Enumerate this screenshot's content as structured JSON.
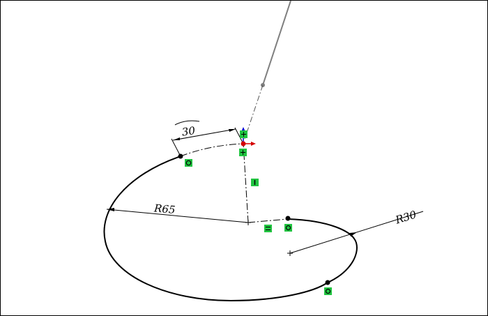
{
  "dimensions": {
    "angle": {
      "value": "30"
    },
    "large_radius": {
      "value": "R65"
    },
    "small_radius": {
      "value": "R30"
    }
  },
  "relations": {
    "tangent": {
      "glyph": "◌"
    },
    "vertical": {
      "glyph": "|"
    },
    "parallel": {
      "glyph": "‖"
    },
    "coincident": {
      "glyph": "⊕"
    }
  },
  "colors": {
    "sketch_line": "#000000",
    "construction_line": "#7f7f7f",
    "relation_badge": "#21c441",
    "axis_x": "#d40000",
    "axis_y": "#0000d4"
  }
}
